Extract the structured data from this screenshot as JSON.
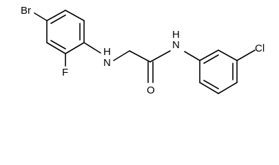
{
  "molecule": {
    "atoms": {
      "br": "Br",
      "f": "F",
      "nh_amine": "H",
      "nh_amine_n": "N",
      "o": "O",
      "nh_amide": "H",
      "nh_amide_n": "N",
      "cl": "Cl"
    }
  }
}
